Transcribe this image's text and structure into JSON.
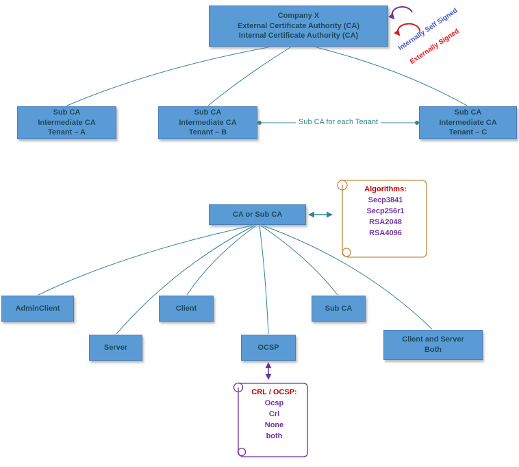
{
  "colors": {
    "box_fill": "#5B9BD5",
    "box_border": "#4A7EBB",
    "box_text": "#1A4A5F",
    "connector_teal": "#31849B",
    "algorithms_scroll_border": "#C08A3E",
    "crl_scroll_border": "#7030A0",
    "scroll_title_red": "#C00000",
    "scroll_item_purple": "#7030A0",
    "internal_loop_purple": "#7030A0",
    "external_loop_red": "#D02020",
    "internal_label_blue": "#4453C0",
    "external_label_red": "#E02020"
  },
  "root_box": {
    "lines": [
      "Company X",
      "External Certificate Authority (CA)",
      "Internal Certificate Authority (CA)"
    ]
  },
  "self_signed": {
    "internal_label": "Internally Self Signed",
    "external_label": "Externally Signed"
  },
  "tenant_boxes": [
    {
      "lines": [
        "Sub CA",
        "Intermediate CA",
        "Tenant – A"
      ]
    },
    {
      "lines": [
        "Sub CA",
        "Intermediate CA",
        "Tenant – B"
      ]
    },
    {
      "lines": [
        "Sub CA",
        "Intermediate CA",
        "Tenant – C"
      ]
    }
  ],
  "tenant_connector_label": "Sub CA for each Tenant",
  "ca_box_label": "CA or Sub CA",
  "child_boxes": {
    "admin_client": "AdminClient",
    "client": "Client",
    "sub_ca": "Sub CA",
    "server": "Server",
    "ocsp": "OCSP",
    "client_server_both": {
      "lines": [
        "Client and Server",
        "Both"
      ]
    }
  },
  "algorithms_scroll": {
    "title": "Algorithms:",
    "items": [
      "Secp3841",
      "Secp256r1",
      "RSA2048",
      "RSA4096"
    ]
  },
  "crl_scroll": {
    "title": "CRL / OCSP:",
    "items": [
      "Ocsp",
      "Crl",
      "None",
      "both"
    ]
  }
}
